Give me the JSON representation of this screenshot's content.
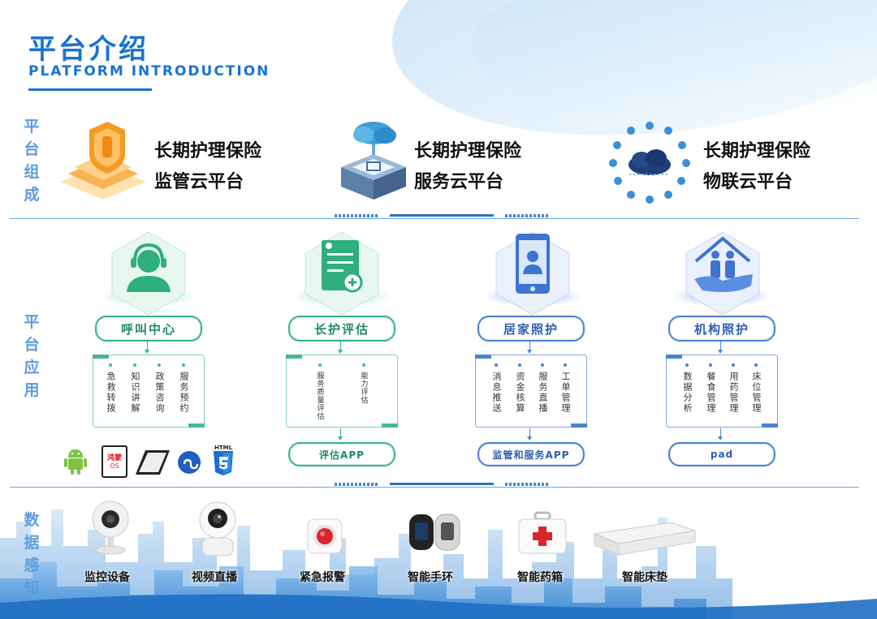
{
  "header": {
    "title_cn": "平台介绍",
    "title_en": "PLATFORM INTRODUCTION"
  },
  "sections": {
    "composition": "平台组成",
    "application": "平台应用",
    "sensing": "数据感知"
  },
  "platforms": [
    {
      "line1": "长期护理保险",
      "line2": "监管云平台",
      "icon": "shield-icon"
    },
    {
      "line1": "长期护理保险",
      "line2": "服务云平台",
      "icon": "cloud-server-icon"
    },
    {
      "line1": "长期护理保险",
      "line2": "物联云平台",
      "icon": "iot-cloud-icon"
    }
  ],
  "apps": [
    {
      "name": "呼叫中心",
      "icon": "headset-agent-icon",
      "color": "#38b587",
      "items": [
        "急救转拨",
        "知识讲解",
        "政策咨询",
        "服务预约"
      ],
      "footer": ""
    },
    {
      "name": "长护评估",
      "icon": "assessment-doc-icon",
      "color": "#38b587",
      "items": [
        "服务质量评估",
        "能力评估"
      ],
      "footer": "评估APP"
    },
    {
      "name": "居家照护",
      "icon": "mobile-doctor-icon",
      "color": "#4b82d6",
      "items": [
        "消息推送",
        "资金核算",
        "服务直播",
        "工单管理"
      ],
      "footer": "监管和服务APP"
    },
    {
      "name": "机构照护",
      "icon": "care-home-icon",
      "color": "#4b82d6",
      "items": [
        "数据分析",
        "餐食管理",
        "用药管理",
        "床位管理"
      ],
      "footer": "pad"
    }
  ],
  "os_icons": [
    {
      "icon": "android-icon"
    },
    {
      "icon": "harmony-os-icon",
      "text_top": "鸿蒙",
      "text_bottom": "OS"
    },
    {
      "icon": "tablet-icon"
    },
    {
      "icon": "mini-program-icon"
    },
    {
      "icon": "html5-icon",
      "text": "HTML"
    }
  ],
  "devices": [
    {
      "label": "监控设备",
      "icon": "webcam-icon"
    },
    {
      "label": "视频直播",
      "icon": "ptz-camera-icon"
    },
    {
      "label": "紧急报警",
      "icon": "alarm-button-icon"
    },
    {
      "label": "智能手环",
      "icon": "smart-band-icon"
    },
    {
      "label": "智能药箱",
      "icon": "medicine-box-icon"
    },
    {
      "label": "智能床垫",
      "icon": "mattress-icon"
    }
  ],
  "colors": {
    "primary": "#1a73d1",
    "green": "#38b587",
    "blue": "#4b82d6"
  }
}
